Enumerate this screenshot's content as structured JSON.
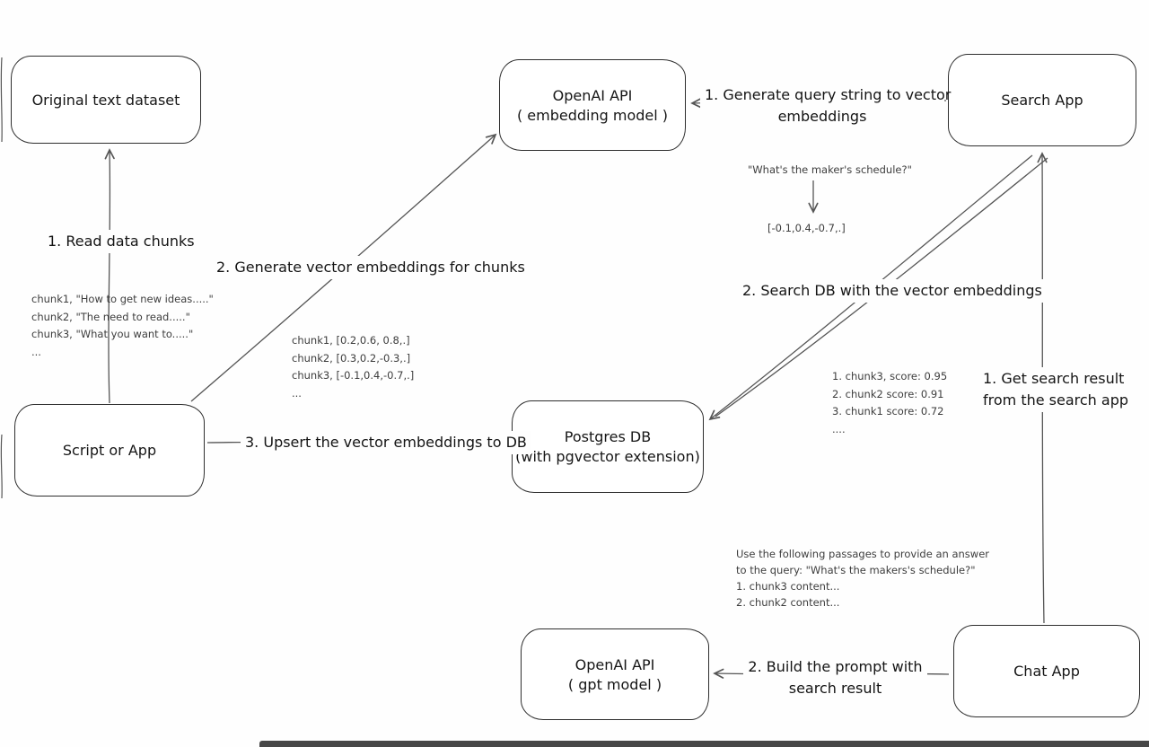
{
  "nodes": {
    "original_dataset": {
      "title": "Original text dataset"
    },
    "openai_embedding": {
      "title": "OpenAI API",
      "subtitle": "( embedding model )"
    },
    "search_app": {
      "title": "Search App"
    },
    "script_or_app": {
      "title": "Script or App"
    },
    "postgres_db": {
      "title": "Postgres DB",
      "subtitle": "(with pgvector extension)"
    },
    "openai_gpt": {
      "title": "OpenAI API",
      "subtitle": "( gpt model )"
    },
    "chat_app": {
      "title": "Chat App"
    }
  },
  "edges": {
    "read_chunks": {
      "label": "1. Read data chunks"
    },
    "generate_embeddings": {
      "label": "2. Generate vector embeddings for chunks"
    },
    "upsert": {
      "label": "3. Upsert the vector embeddings  to DB"
    },
    "query_to_vector": {
      "line1": "1. Generate query string to vector",
      "line2": "embeddings"
    },
    "search_db": {
      "label": "2. Search DB with the vector embeddings"
    },
    "get_search_result": {
      "line1": "1. Get search result",
      "line2": "from the search app"
    },
    "build_prompt": {
      "line1": "2. Build the prompt with",
      "line2": "search result"
    }
  },
  "annotations": {
    "chunk_texts": {
      "lines": [
        "chunk1, \"How to get new ideas.....\"",
        "chunk2, \"The need to read.....\"",
        "chunk3, \"What you want to.....\"",
        "..."
      ]
    },
    "chunk_vectors": {
      "lines": [
        "chunk1, [0.2,0.6, 0.8,.]",
        "chunk2, [0.3,0.2,-0.3,.]",
        "chunk3, [-0.1,0.4,-0.7,.]",
        "..."
      ]
    },
    "query_example": {
      "text": "\"What's the maker's schedule?\"",
      "vector": "[-0.1,0.4,-0.7,.]"
    },
    "search_scores": {
      "lines": [
        "1. chunk3, score: 0.95",
        "2. chunk2 score: 0.91",
        "3. chunk1 score: 0.72",
        "...."
      ]
    },
    "prompt_example": {
      "lines": [
        "Use the following passages to provide an answer",
        "to the query: \"What's the makers's schedule?\"",
        "1. chunk3 content...",
        "2. chunk2 content..."
      ]
    }
  },
  "colors": {
    "stroke": "#555555",
    "box_border": "#2e2e2e",
    "text": "#141414",
    "annotation": "#3d3d3d"
  }
}
